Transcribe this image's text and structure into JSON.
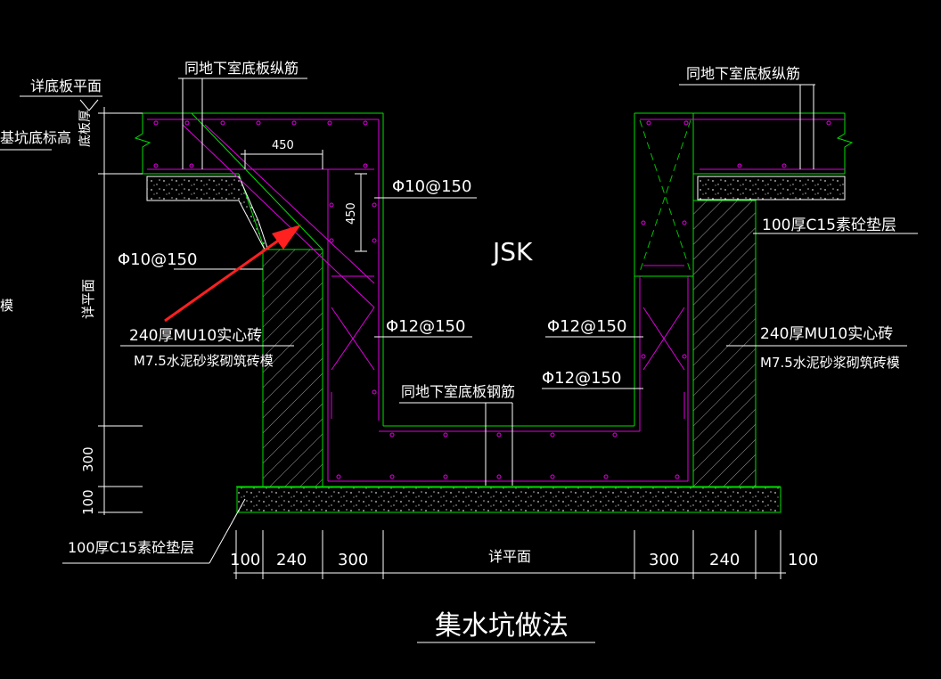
{
  "colors": {
    "background": "#000000",
    "wall": "#00e000",
    "rebar": "#e000e0",
    "text": "#ffffff",
    "annotation_arrow": "#ff2020",
    "concrete": "#c8c8c8"
  },
  "labels": {
    "same_basement_slab_long_bars_left": "同地下室底板纵筋",
    "same_basement_slab_long_bars_right": "同地下室底板纵筋",
    "detail_base_slab_plan": "详底板平面",
    "pit_bottom_elevation": "基坑底标高",
    "slab_thickness": "底板厚",
    "dim_450_horizontal": "450",
    "dim_450_vertical": "450",
    "rebar_phi10_a": "Φ10@150",
    "rebar_phi10_b": "Φ10@150",
    "pit_code": "JSK",
    "c15_cushion_right": "100厚C15素砼垫层",
    "rebar_phi12_left": "Φ12@150",
    "rebar_phi12_right_a": "Φ12@150",
    "rebar_phi12_right_b": "Φ12@150",
    "brick_left_line1": "240厚MU10实心砖",
    "brick_left_line2": "M7.5水泥砂浆砌筑砖模",
    "brick_right_line1": "240厚MU10实心砖",
    "brick_right_line2": "M7.5水泥砂浆砌筑砖模",
    "same_basement_slab_rebar": "同地下室底板钢筋",
    "detail_plan_vertical": "详平面",
    "left_edge_text": "模",
    "c15_cushion_left": "100厚C15素砼垫层",
    "dim_300_vertical": "300",
    "dim_100_vertical": "100",
    "title": "集水坑做法"
  },
  "bottom_dims": [
    "100",
    "240",
    "300",
    "详平面",
    "300",
    "240",
    "100"
  ]
}
